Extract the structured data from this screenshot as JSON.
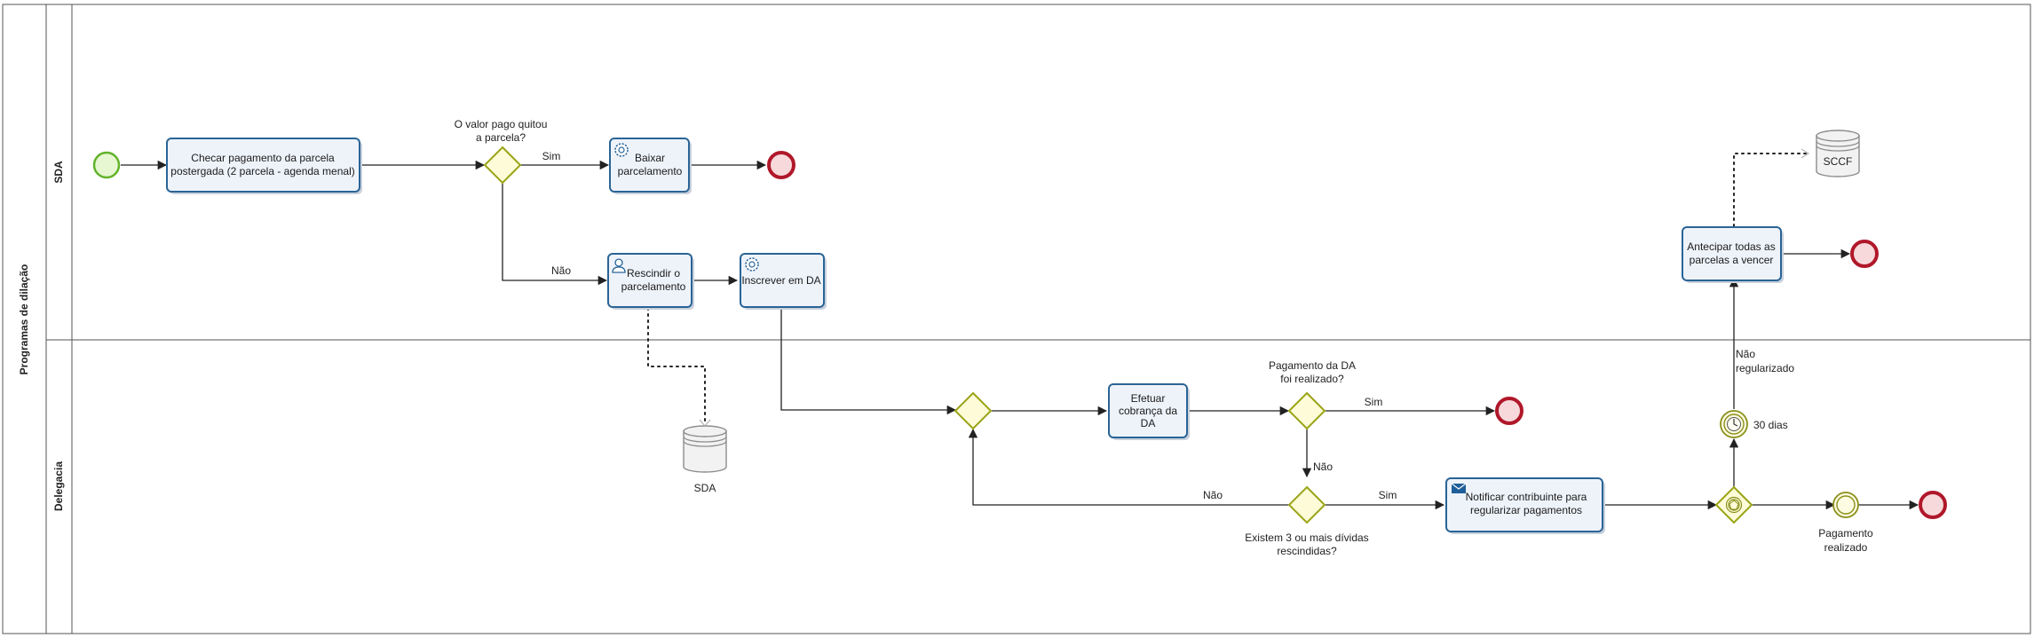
{
  "pool": {
    "label": "Programas de dilação"
  },
  "lanes": [
    {
      "label": "SDA"
    },
    {
      "label": "Delegacia"
    }
  ],
  "tasks": {
    "checar": [
      "Checar pagamento da parcela",
      "postergada (2 parcela - agenda menal)"
    ],
    "baixar": [
      "Baixar",
      "parcelamento"
    ],
    "rescindir": [
      "Rescindir o",
      "parcelamento"
    ],
    "inscrever": [
      "Inscrever em DA"
    ],
    "efetuar": [
      "Efetuar",
      "cobrança da",
      "DA"
    ],
    "notificar": [
      "Notificar contribuinte para",
      "regularizar pagamentos"
    ],
    "antecipar": [
      "Antecipar todas as",
      "parcelas a vencer"
    ]
  },
  "gateways": {
    "g1": [
      "O valor pago quitou",
      "a parcela?"
    ],
    "g3": [
      "Pagamento da DA",
      "foi realizado?"
    ],
    "g4": [
      "Existem 3 ou mais dívidas",
      "rescindidas?"
    ]
  },
  "flows": {
    "g1_sim": "Sim",
    "g1_nao": "Não",
    "g3_sim": "Sim",
    "g3_nao": "Não",
    "g4_sim": "Sim",
    "g4_nao": "Não",
    "nao_regularizado": [
      "Não",
      "regularizado"
    ]
  },
  "events": {
    "timer": "30 dias",
    "pagamento": [
      "Pagamento",
      "realizado"
    ]
  },
  "datastores": {
    "sda": "SDA",
    "sccf": "SCCF"
  },
  "colors": {
    "task_stroke": "#2a6496",
    "task_fill": "#eef3fa",
    "gateway_stroke": "#9aa415",
    "gateway_fill": "#fdfbd8",
    "start_stroke": "#62b32a",
    "end_stroke": "#b0182a"
  }
}
